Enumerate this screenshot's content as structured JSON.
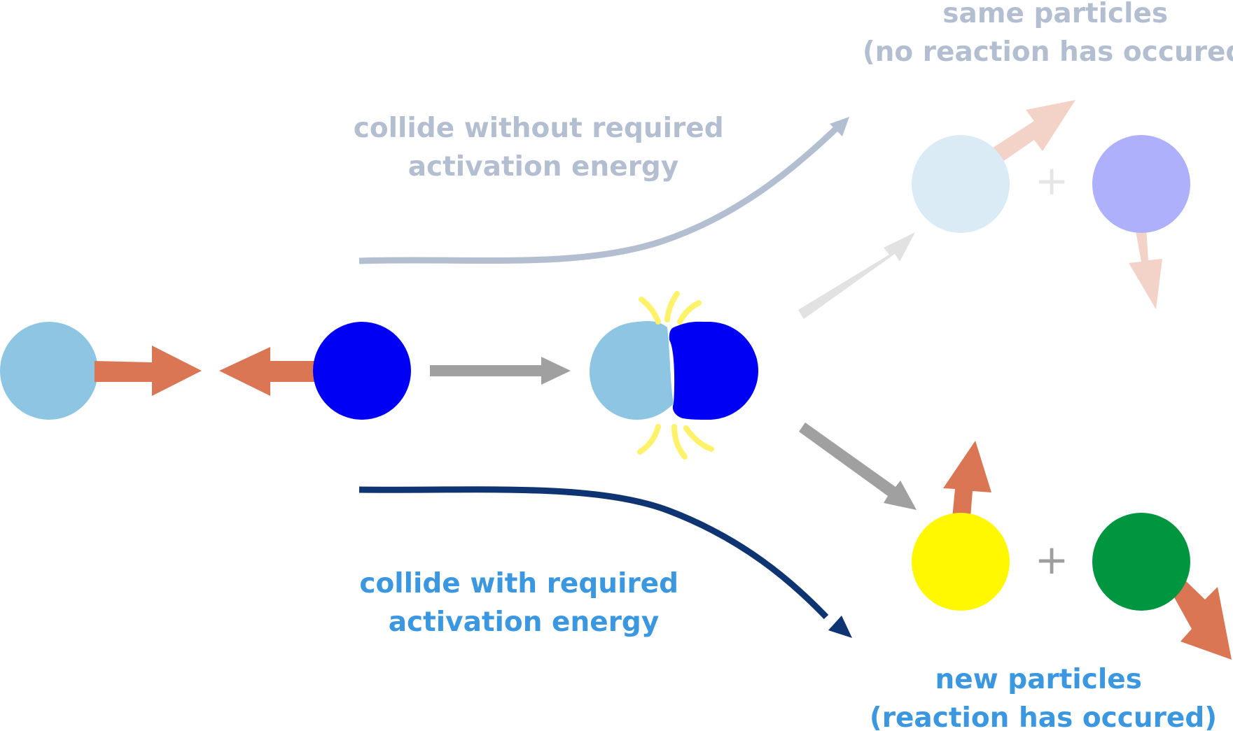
{
  "labels": {
    "fail_path": [
      "collide without required",
      "activation energy"
    ],
    "success_path": [
      "collide with required",
      "activation energy"
    ],
    "same_particles": [
      "same particles",
      "(no reaction has occured)"
    ],
    "new_particles": [
      "new particles",
      "(reaction has occured)"
    ],
    "plus": "+"
  },
  "colors": {
    "reactant_a": "#8dc5e3",
    "reactant_b": "#0000f5",
    "motion_arrow": "#da7654",
    "process_arrow": "#a0a0a0",
    "spark": "#fff26b",
    "fail_path": "#b3bfd1",
    "success_path": "#0e3471",
    "success_text": "#3b97e0",
    "faded_reactant_a": "#daebf6",
    "faded_reactant_b": "#aeb0fc",
    "faded_motion_arrow": "#f3d2c7",
    "faded_process_arrow": "#e2e2e2",
    "product_a": "#fff800",
    "product_b": "#00963f",
    "plus_dark": "#9e9e9e",
    "plus_faded": "#e6e6e6"
  },
  "icons": {
    "reactant_a": "light-blue-particle-icon",
    "reactant_b": "blue-particle-icon",
    "product_a": "yellow-particle-icon",
    "product_b": "green-particle-icon",
    "collision": "collision-spark-icon"
  }
}
